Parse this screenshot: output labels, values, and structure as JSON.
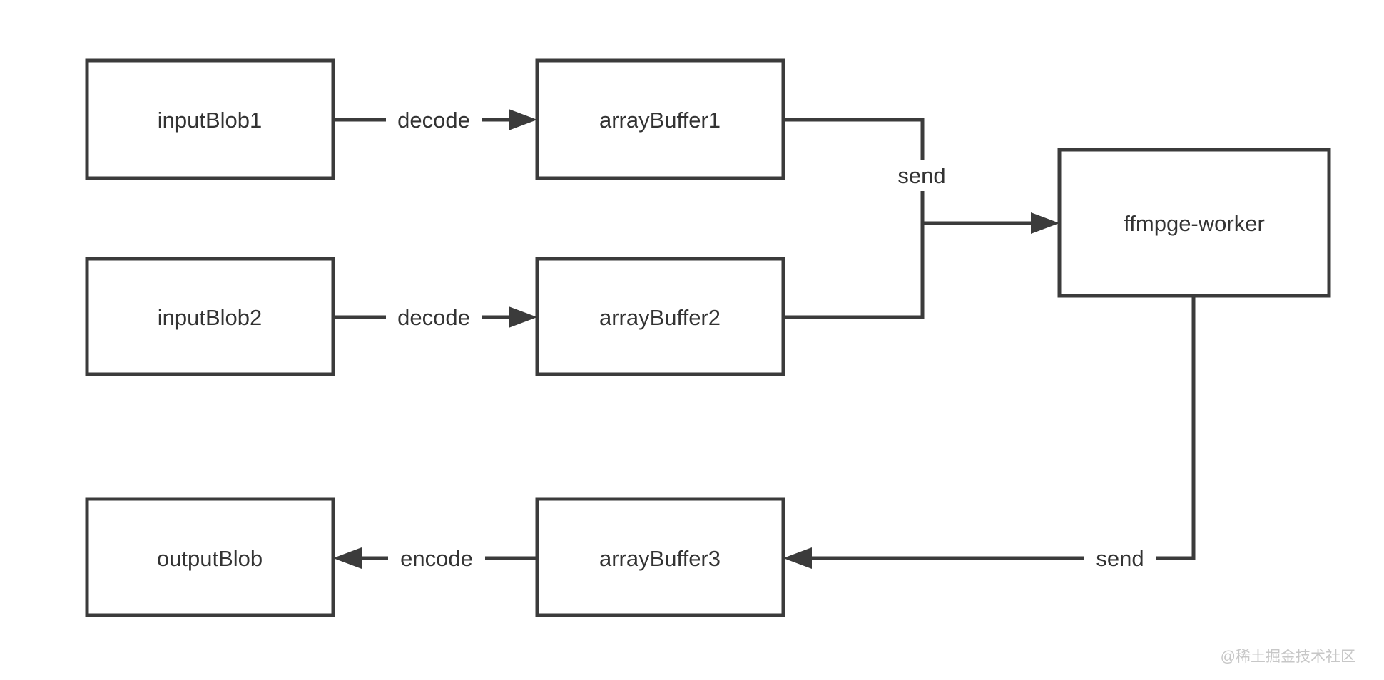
{
  "canvas": {
    "background_color": "#ffffff",
    "line_color": "#3b3b3b",
    "text_color": "#333333",
    "watermark_color": "#c7c7c7"
  },
  "nodes": {
    "inputBlob1": {
      "label": "inputBlob1"
    },
    "arrayBuffer1": {
      "label": "arrayBuffer1"
    },
    "inputBlob2": {
      "label": "inputBlob2"
    },
    "arrayBuffer2": {
      "label": "arrayBuffer2"
    },
    "ffmpgeWorker": {
      "label": "ffmpge-worker"
    },
    "arrayBuffer3": {
      "label": "arrayBuffer3"
    },
    "outputBlob": {
      "label": "outputBlob"
    }
  },
  "edges": {
    "decode1": {
      "label": "decode"
    },
    "decode2": {
      "label": "decode"
    },
    "send1": {
      "label": "send"
    },
    "send2": {
      "label": "send"
    },
    "encode1": {
      "label": "encode"
    }
  },
  "watermark": {
    "text": "@稀土掘金技术社区"
  }
}
